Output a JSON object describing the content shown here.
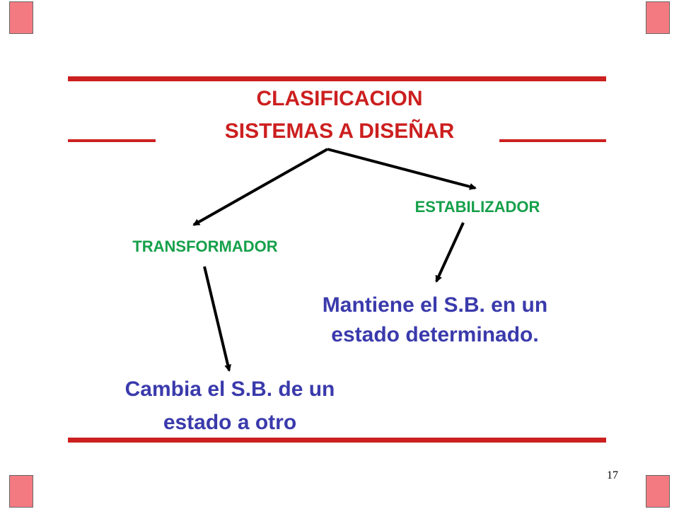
{
  "title": {
    "line1": "CLASIFICACION",
    "line2": "SISTEMAS A DISEÑAR"
  },
  "nodes": {
    "estabilizador": "ESTABILIZADOR",
    "transformador": "TRANSFORMADOR",
    "estabilizador_desc_line1": "Mantiene el S.B. en un",
    "estabilizador_desc_line2": "estado determinado.",
    "transformador_desc_line1": "Cambia el S.B. de un",
    "transformador_desc_line2": "estado a otro"
  },
  "page_number": "17",
  "colors": {
    "title": "#cc1f1f",
    "category": "#15a04a",
    "description": "#3a3aac",
    "corner_fill": "#f47a82"
  }
}
